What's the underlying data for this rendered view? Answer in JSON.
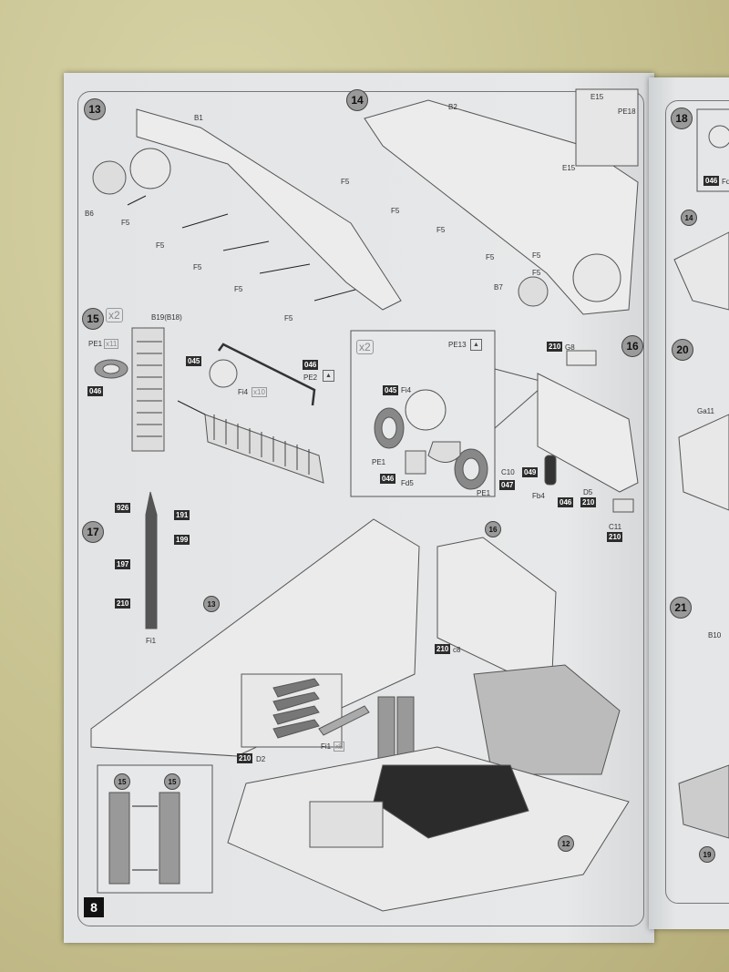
{
  "page_number": "8",
  "steps": {
    "s13": {
      "number": "13",
      "labels": [
        "B1",
        "B6",
        "F5",
        "F5",
        "F5",
        "F5",
        "F5"
      ]
    },
    "s14": {
      "number": "14",
      "labels": [
        "B2",
        "E15",
        "PE18",
        "E15",
        "F5",
        "F5",
        "F5",
        "F5",
        "F5",
        "F5",
        "B7"
      ]
    },
    "s15": {
      "number": "15",
      "multiplier": "x2",
      "labels": {
        "b19": "B19(B18)",
        "pe1": "PE1",
        "pe1_count": "x11",
        "c046a": "046",
        "c045": "045",
        "fi4": "Fi4",
        "fi4_count": "x10",
        "c046b": "046",
        "pe2": "PE2"
      }
    },
    "inset": {
      "multiplier": "x2",
      "pe13": "PE13",
      "c045": "045",
      "fi4": "Fi4",
      "pe1a": "PE1",
      "c046": "046",
      "fd5": "Fd5",
      "pe1b": "PE1"
    },
    "s16": {
      "number": "16",
      "labels": {
        "c210a": "210",
        "g8": "G8",
        "c10": "C10",
        "c047": "047",
        "c049": "049",
        "fb4": "Fb4",
        "c046": "046",
        "d5": "D5",
        "c210b": "210",
        "c11": "C11",
        "c210c": "210"
      }
    },
    "s17": {
      "number": "17",
      "labels": {
        "c926": "926",
        "c191": "191",
        "c199": "199",
        "c197": "197",
        "c210": "210",
        "fi1": "Fi1"
      },
      "assembly": {
        "ref13": "13",
        "ref16": "16",
        "c210a": "210",
        "c8": "c8",
        "c210b": "210",
        "d2": "D2",
        "fi1": "Fi1",
        "fi1_count": "x5",
        "ref12": "12",
        "ref15a": "15",
        "ref15b": "15"
      }
    },
    "right": {
      "s18": "18",
      "c046": "046",
      "fd": "Fd",
      "ref14": "14",
      "s20": "20",
      "ga11": "Ga11",
      "s21": "21",
      "b10": "B10",
      "ref19": "19"
    }
  }
}
